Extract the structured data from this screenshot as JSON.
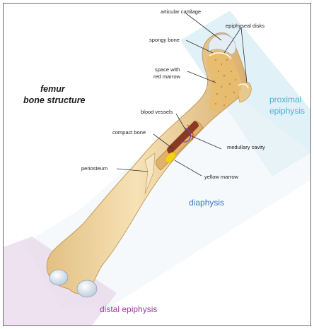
{
  "title": {
    "line1": "femur",
    "line2": "bone structure"
  },
  "labels": {
    "articular_cartilage": "articular cartilage",
    "epiphyseal_disks": "epiphyseal disks",
    "spongy_bone": "spongy bone",
    "space_with": "space with",
    "red_marrow": "red marrow",
    "blood_vessels": "blood vessels",
    "compact_bone": "compact bone",
    "medullary_cavity": "medullary cavity",
    "periosteum": "periosteum",
    "yellow_marrow": "yellow marrow"
  },
  "regions": {
    "proximal_line1": "proximal",
    "proximal_line2": "epiphysis",
    "diaphysis": "diaphysis",
    "distal": "distal epiphysis"
  },
  "colors": {
    "bone": "#f1d8a3",
    "bone_shadow": "#d8b373",
    "proximal_band": "#d7ecf6",
    "distal_band": "#ead9ec",
    "cartilage": "#e4edf4",
    "spongy": "#e8bd6e",
    "marrow_red": "#8a3a22",
    "marrow_yellow": "#f5d21a"
  }
}
